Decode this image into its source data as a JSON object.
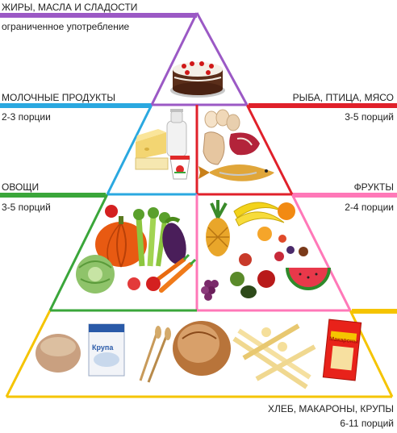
{
  "tiers": {
    "fats": {
      "title": "ЖИРЫ, МАСЛА И СЛАДОСТИ",
      "subtitle": "ограниченное употребление",
      "color": "#9b59c5"
    },
    "dairy": {
      "title": "МОЛОЧНЫЕ ПРОДУКТЫ",
      "subtitle": "2-3 порции",
      "color": "#2aa8e0"
    },
    "meat": {
      "title": "РЫБА, ПТИЦА, МЯСО",
      "subtitle": "3-5 порций",
      "color": "#e0202a"
    },
    "vegetables": {
      "title": "ОВОЩИ",
      "subtitle": "3-5 порций",
      "color": "#3aa63a"
    },
    "fruits": {
      "title": "ФРУКТЫ",
      "subtitle": "2-4 порции",
      "color": "#ff78b8"
    },
    "grains": {
      "title": "ХЛЕБ, МАКАРОНЫ, КРУПЫ",
      "subtitle": "6-11 порций",
      "color": "#f5c400"
    }
  },
  "packages": {
    "krupa": "Крупа",
    "pasta": "Макароны"
  },
  "icons": [
    "cake-icon",
    "milk-bottle-icon",
    "cheese-icon",
    "yogurt-icon",
    "meat-icon",
    "fish-icon",
    "eggs-icon",
    "pumpkin-icon",
    "cabbage-icon",
    "carrot-icon",
    "eggplant-icon",
    "celery-icon",
    "pineapple-icon",
    "banana-icon",
    "grapes-icon",
    "watermelon-icon",
    "apple-icon",
    "bread-icon",
    "flour-icon",
    "grain-package-icon",
    "pasta-icon",
    "pasta-package-icon"
  ]
}
